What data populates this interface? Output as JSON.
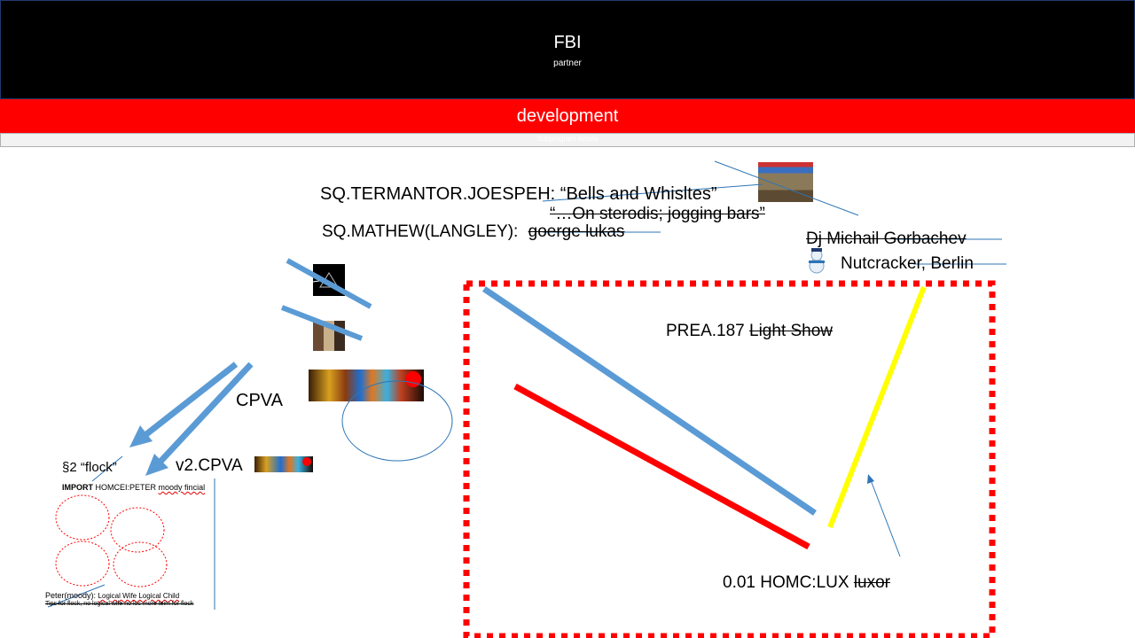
{
  "header": {
    "title": "FBI",
    "subtitle": "partner"
  },
  "band": {
    "label": "development",
    "strip_text": "Subprogram details"
  },
  "notes": {
    "termantor_label": "SQ.TERMANTOR.JOESPEH: “Bells and Whisltes”",
    "steroids_line": "“…On sterodis; jogging bars”",
    "mathew_prefix": "SQ.MATHEW(LANGLEY):",
    "mathew_struck": "goerge lukas",
    "gorbachev": "Dj Michail Gorbachev",
    "nutcracker": "Nutcracker, Berlin",
    "cpva": "CPVA",
    "v2_cpva": "v2.CPVA",
    "prea_prefix": "PREA.187",
    "prea_struck": "Light Show",
    "homc_prefix": "0.01 HOMC:LUX",
    "homc_struck": "luxor"
  },
  "flock": {
    "title": "§2 “flock”",
    "import_bold": "IMPORT",
    "import_rest": "HOMCEI:PETER",
    "import_struck": "moody fincial",
    "peter_prefix": "Peter(moody):",
    "peter_struck": "Logical Wife Logical Child",
    "tips_struck": "Tips for flock, no logical wife no loc more teim for flock"
  },
  "icons": [
    "gijoe-box-image",
    "pyramid-album-image",
    "band-photos-image",
    "fractal-image",
    "fractal-small-image",
    "snowman-icon"
  ],
  "colors": {
    "header_bg": "#000000",
    "band_red": "#ff0000",
    "line_blue": "#5b9bd5",
    "line_red": "#ff0000",
    "line_yellow": "#ffff00",
    "connector_blue": "#2e75b6"
  }
}
